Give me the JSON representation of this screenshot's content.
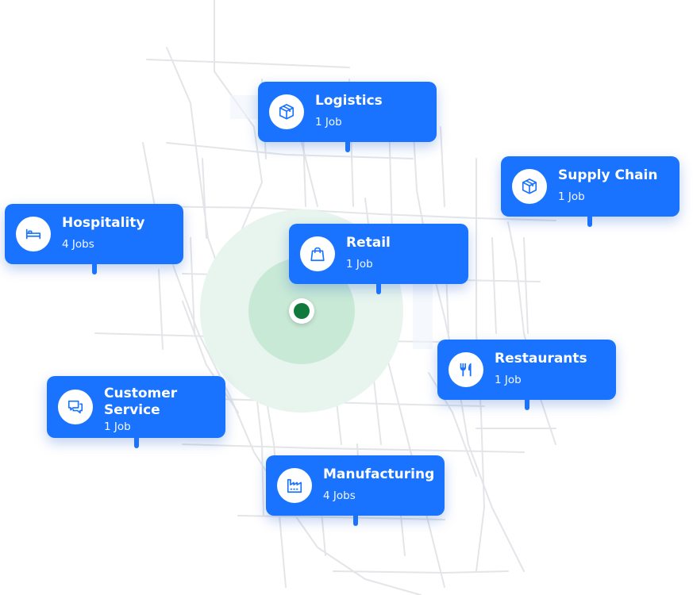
{
  "colors": {
    "pin": "#1a73ff",
    "icon": "#1a73ff",
    "radius_outer": "#e7f5ee",
    "radius_inner": "#c8e9d6",
    "user_dot": "#0f7a3c",
    "roads": "#e3e5e8"
  },
  "categories": [
    {
      "title": "Logistics",
      "count": "1 Job",
      "icon": "box-icon"
    },
    {
      "title": "Supply Chain",
      "count": "1 Job",
      "icon": "box-icon"
    },
    {
      "title": "Hospitality",
      "count": "4 Jobs",
      "icon": "bed-icon"
    },
    {
      "title": "Retail",
      "count": "1 Job",
      "icon": "shopping-bag-icon"
    },
    {
      "title": "Restaurants",
      "count": "1 Job",
      "icon": "utensils-icon"
    },
    {
      "title": "Customer Service",
      "count": "1 Job",
      "icon": "chat-bubbles-icon"
    },
    {
      "title": "Manufacturing",
      "count": "4 Jobs",
      "icon": "factory-icon"
    }
  ]
}
